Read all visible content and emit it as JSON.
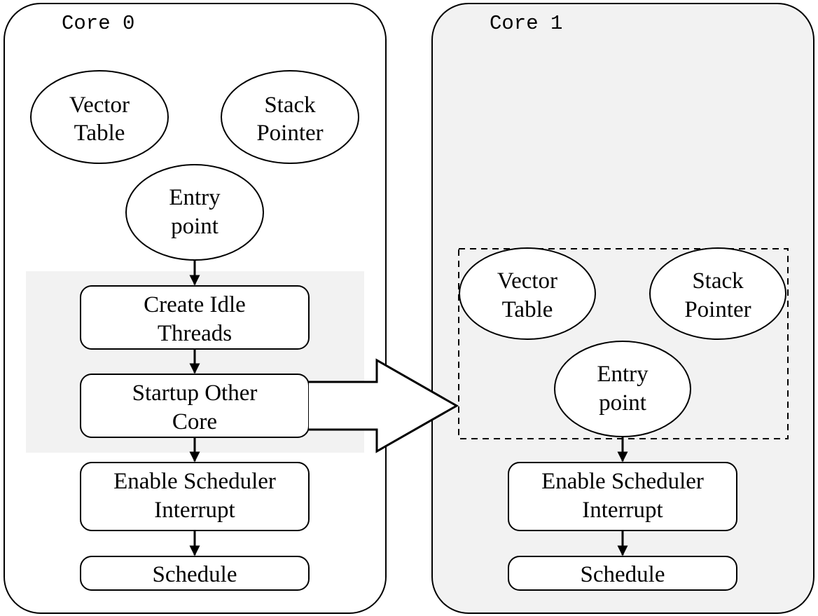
{
  "colors": {
    "core1_fill": "#f2f2f2",
    "highlight_fill": "#f2f2f2",
    "stroke": "#000000"
  },
  "core0": {
    "title": "Core 0",
    "vector_table": [
      "Vector",
      "Table"
    ],
    "stack_pointer": [
      "Stack",
      "Pointer"
    ],
    "entry_point": [
      "Entry",
      "point"
    ],
    "create_idle_threads": [
      "Create Idle",
      "Threads"
    ],
    "startup_other_core": [
      "Startup Other",
      "Core"
    ],
    "enable_scheduler_interrupt": [
      "Enable Scheduler",
      "Interrupt"
    ],
    "schedule": "Schedule"
  },
  "core1": {
    "title": "Core 1",
    "vector_table": [
      "Vector",
      "Table"
    ],
    "stack_pointer": [
      "Stack",
      "Pointer"
    ],
    "entry_point": [
      "Entry",
      "point"
    ],
    "enable_scheduler_interrupt": [
      "Enable Scheduler",
      "Interrupt"
    ],
    "schedule": "Schedule"
  }
}
